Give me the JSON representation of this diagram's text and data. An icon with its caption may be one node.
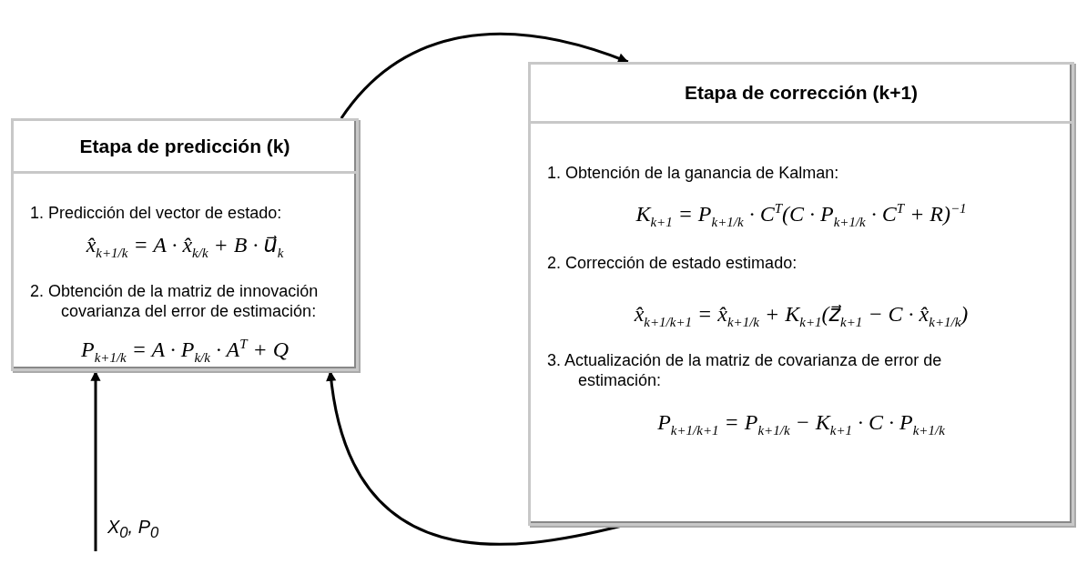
{
  "diagram": {
    "nodes": [
      {
        "text": [
          "Etapa de predicción (k)",
          "1. Predicción del vector de estado:",
          "x̂$_{k+1/k}$ = A · x̂$_{k/k}$ + B · u⃗$_{k}$",
          "2. Obtención de la matriz de innovación covarianza del error de estimación:",
          "P$_{k+1/k}$ = A · P$_{k/k}$ · A$^{T}$ + Q"
        ]
      },
      {
        "text": [
          "Etapa de corrección (k+1)",
          "1. Obtención de la ganancia de Kalman:",
          "K$_{k+1}$ = P$_{k+1/k}$ · C$^{T}$(C · P$_{k+1/k}$ · C$^{T}$ + R)$^{−1}$",
          "2. Corrección de estado estimado:",
          "x̂$_{k+1/k+1}$ = x̂$_{k+1/k}$ + K$_{k+1}$(z⃗$_{k+1}$ − C · x̂$_{k+1/k}$)",
          "3. Actualización de la matriz de covarianza de error de estimación:",
          "P$_{k+1/k+1}$ = P$_{k+1/k}$ − K$_{k+1}$ · C · P$_{k+1/k}$"
        ]
      },
      {
        "text": [
          "X$_{0}$, P$_{0}$"
        ]
      }
    ],
    "edges": [
      {
        "from": 0,
        "to": 1,
        "arrow": "to"
      },
      {
        "from": 1,
        "to": 0,
        "arrow": "to"
      },
      {
        "from": 2,
        "to": 0,
        "arrow": "to"
      }
    ]
  }
}
